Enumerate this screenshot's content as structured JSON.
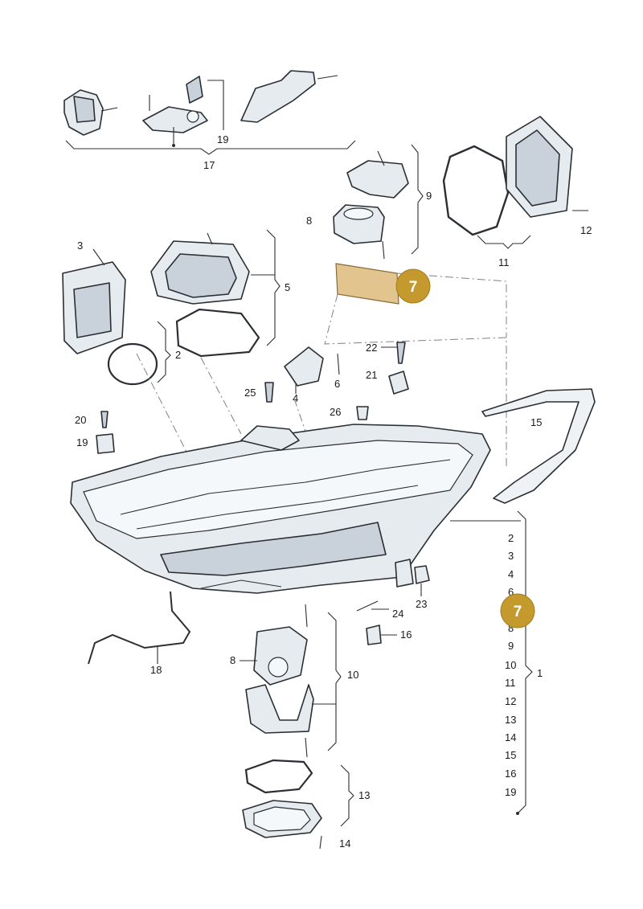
{
  "callouts": {
    "c1": "1",
    "c2": "2",
    "c3": "3",
    "c4": "4",
    "c5": "5",
    "c6": "6",
    "c8": "8",
    "c9": "9",
    "c10": "10",
    "c11": "11",
    "c12": "12",
    "c13": "13",
    "c14": "14",
    "c15": "15",
    "c16": "16",
    "c17": "17",
    "c18": "18",
    "c19": "19",
    "c20": "20",
    "c21": "21",
    "c22": "22",
    "c23": "23",
    "c24": "24",
    "c25": "25",
    "c26": "26",
    "c8b": "8",
    "c19b": "19"
  },
  "list_numbers": [
    "2",
    "3",
    "4",
    "6",
    "8",
    "9",
    "10",
    "11",
    "12",
    "13",
    "14",
    "15",
    "16",
    "19"
  ],
  "badges": {
    "top": "7",
    "side": "7"
  },
  "colors": {
    "badge": "#c4992e",
    "part_fill": "#e6ebf0",
    "outline": "#2b2f33",
    "highlight": "#e2c48f"
  }
}
